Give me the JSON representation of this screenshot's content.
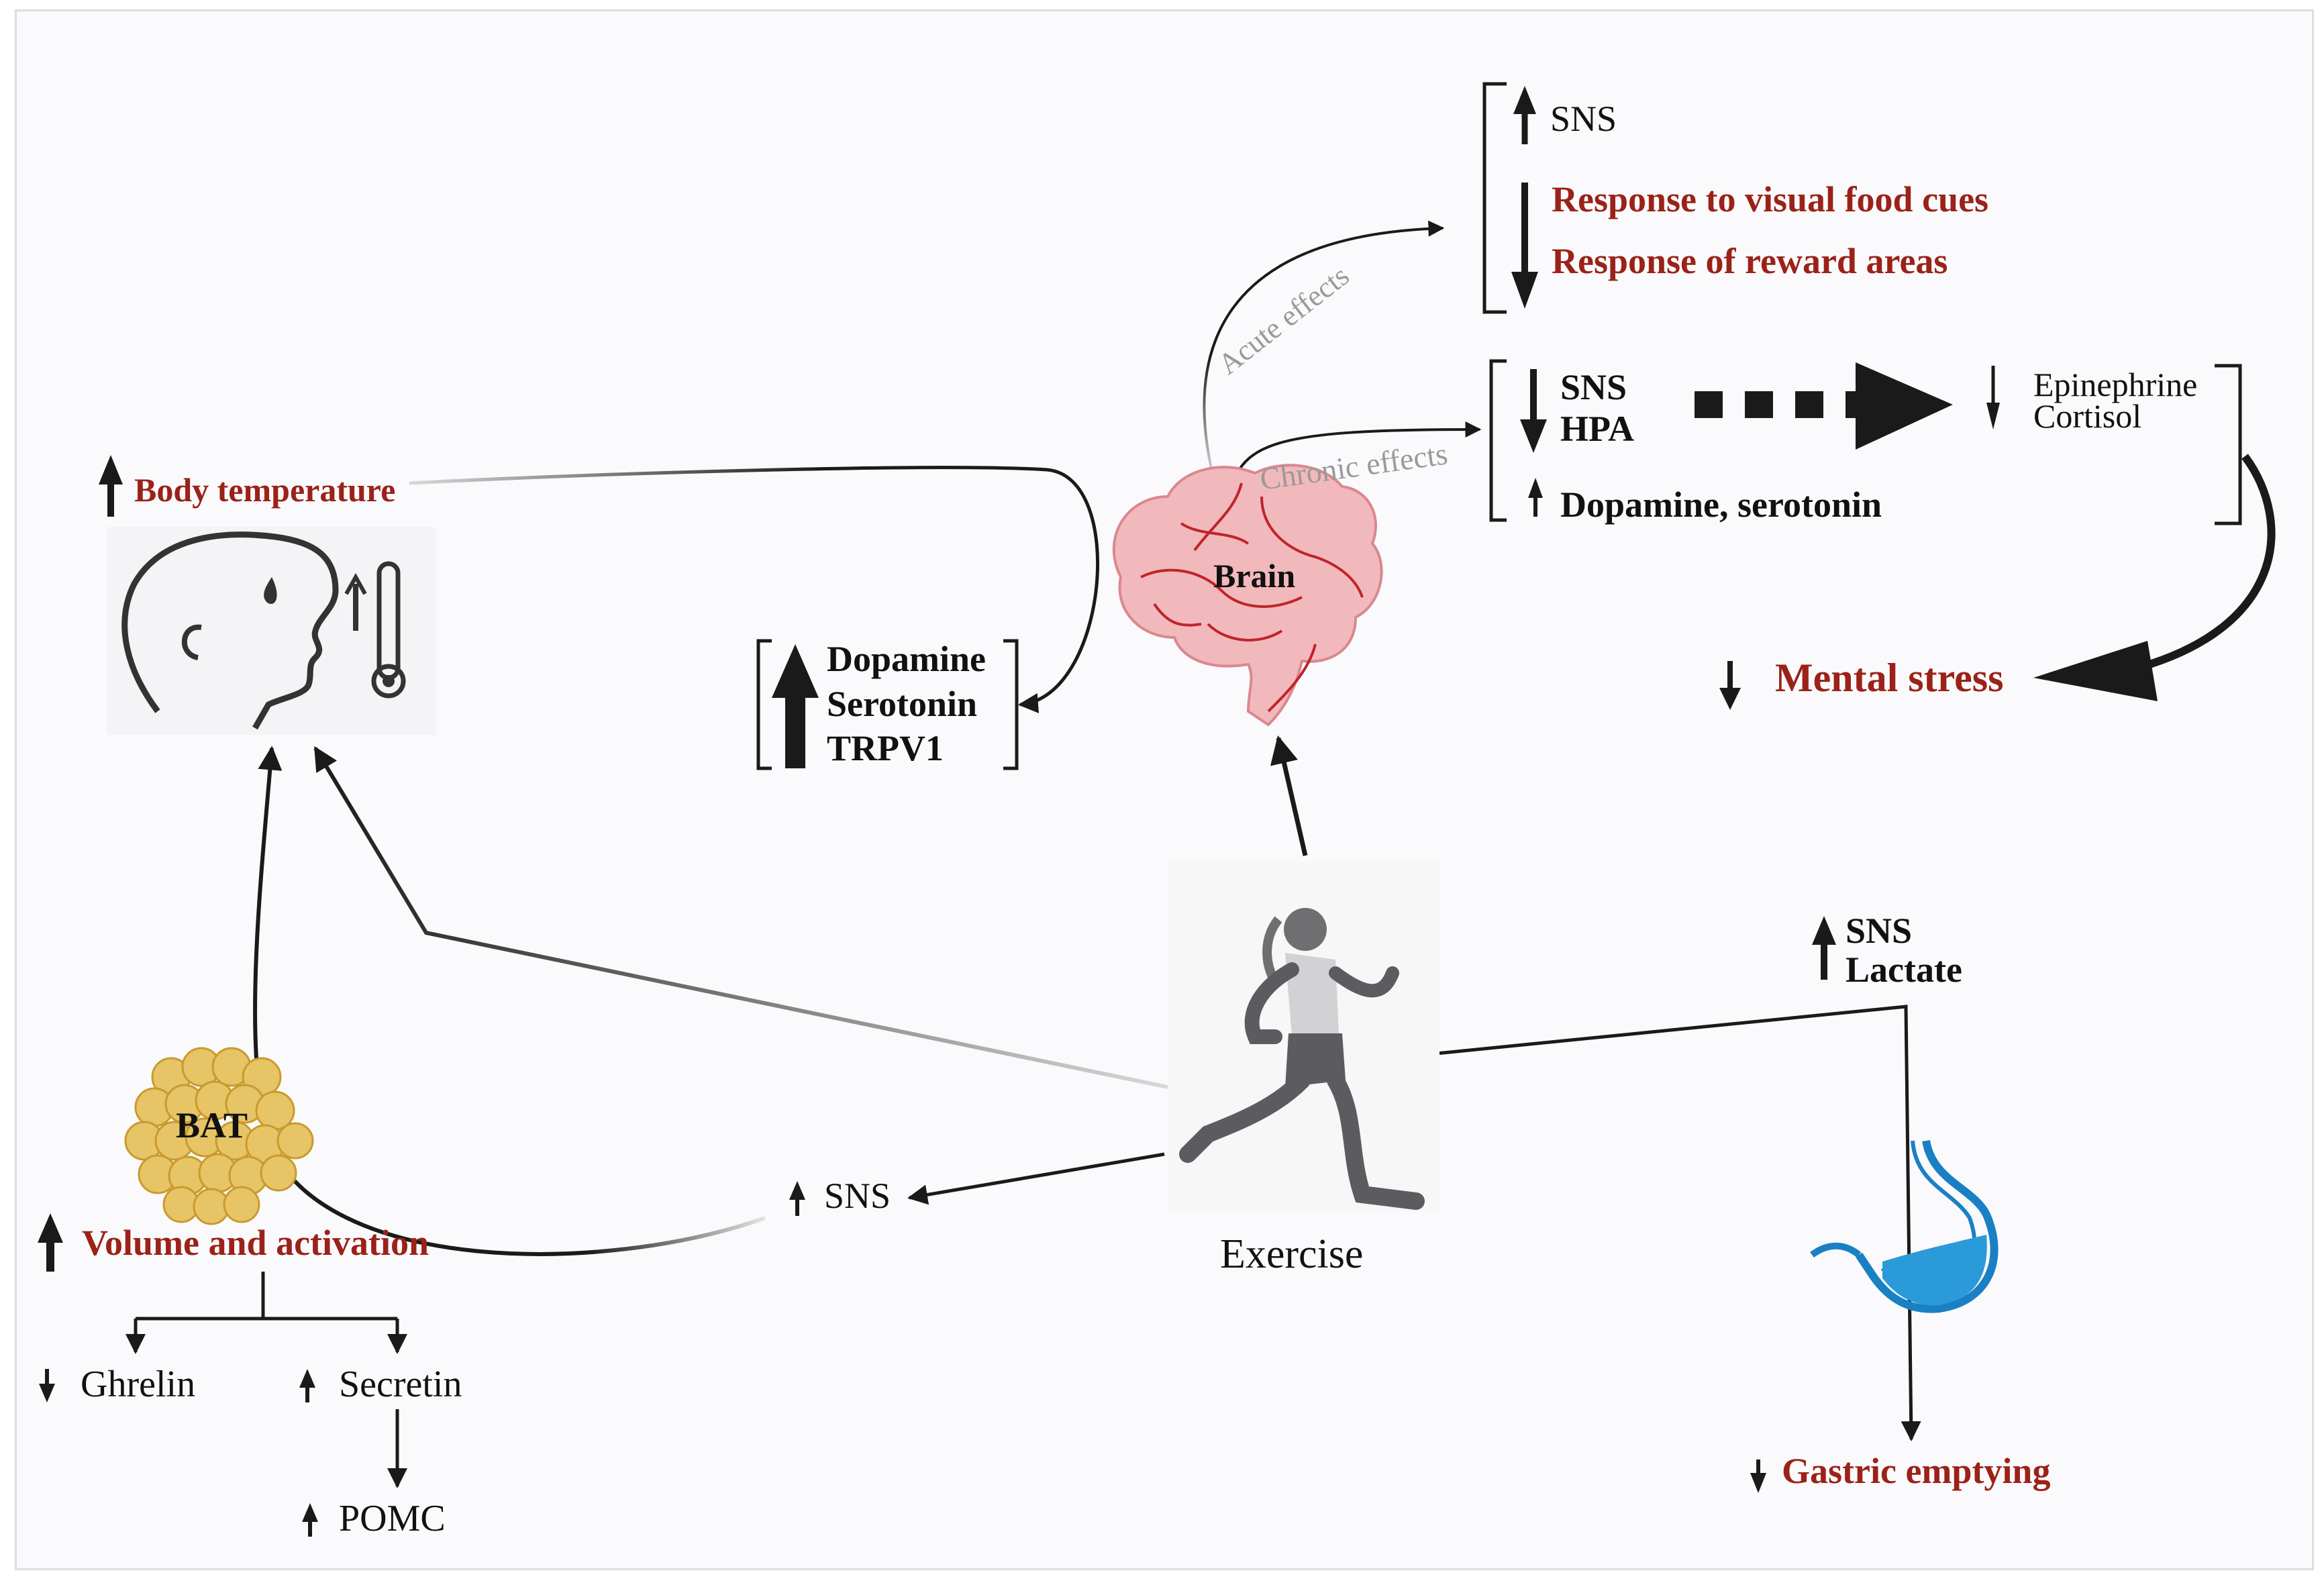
{
  "colors": {
    "emphasis_text": "#9b2218",
    "arrow": "#1a1a1a",
    "gray_text": "#9a9a9a",
    "brain_fill": "#f2b9bd",
    "brain_vessels": "#c0242b",
    "fat_cells": "#e7c465",
    "stomach_outline": "#1a80c4",
    "stomach_fluid": "#2b9ad8"
  },
  "center": {
    "label": "Exercise",
    "icon": "runner-icon"
  },
  "brain": {
    "label": "Brain",
    "icon": "brain-icon"
  },
  "acute": {
    "path_label": "Acute effects",
    "up_item": "SNS",
    "down_items": [
      "Response to visual food cues",
      "Response of reward areas"
    ]
  },
  "chronic": {
    "path_label": "Chronic effects",
    "down_items": [
      "SNS",
      "HPA"
    ],
    "up_item": "Dopamine, serotonin",
    "hormones": [
      "Epinephrine",
      "Cortisol"
    ]
  },
  "mental_stress": "Mental stress",
  "body_temp": {
    "label": "Body temperature",
    "icon": "head-thermometer-icon"
  },
  "neuro": {
    "items": [
      "Dopamine",
      "Serotonin",
      "TRPV1"
    ]
  },
  "bat": {
    "label": "BAT",
    "icon": "fat-cells-icon",
    "volume": "Volume and activation",
    "ghrelin": "Ghrelin",
    "secretin": "Secretin",
    "pomc": "POMC"
  },
  "sns_mid": "SNS",
  "gut": {
    "items": [
      "SNS",
      "Lactate"
    ],
    "gastric": "Gastric emptying",
    "icon": "stomach-icon"
  }
}
